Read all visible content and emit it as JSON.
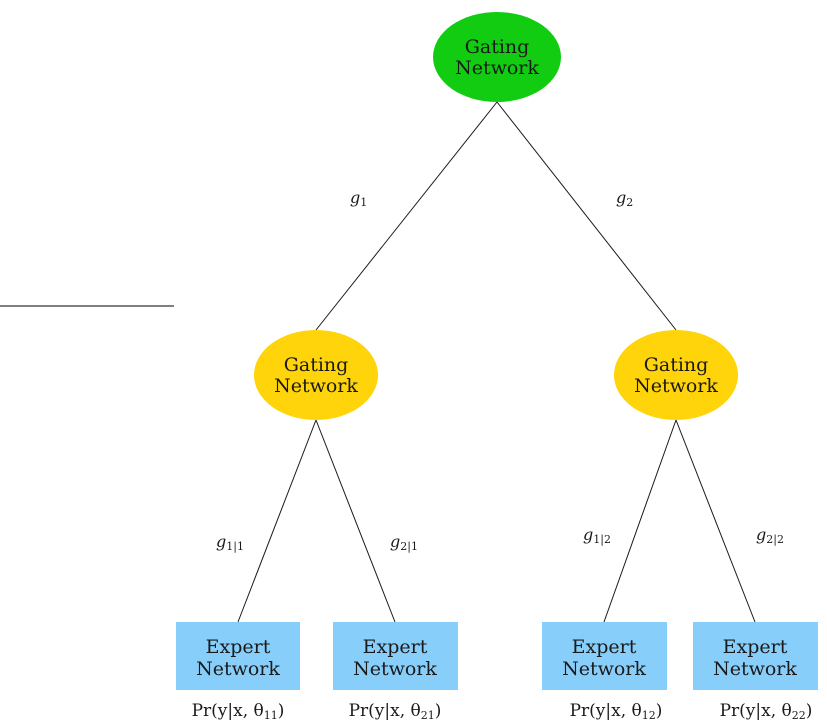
{
  "colors": {
    "root_gate": "#11cc11",
    "inner_gate": "#ffd40a",
    "expert": "#87cefa",
    "edge": "#1a1a1a"
  },
  "root": {
    "line1": "Gating",
    "line2": "Network"
  },
  "gates": [
    {
      "line1": "Gating",
      "line2": "Network",
      "edge_from_root": {
        "base": "g",
        "sub": "1"
      }
    },
    {
      "line1": "Gating",
      "line2": "Network",
      "edge_from_root": {
        "base": "g",
        "sub": "2"
      }
    }
  ],
  "experts": [
    {
      "line1": "Expert",
      "line2": "Network",
      "edge": {
        "base": "g",
        "sub": "1|1"
      },
      "output": {
        "prefix": "Pr(y|x, θ",
        "sub": "11",
        "suffix": ")"
      }
    },
    {
      "line1": "Expert",
      "line2": "Network",
      "edge": {
        "base": "g",
        "sub": "2|1"
      },
      "output": {
        "prefix": "Pr(y|x, θ",
        "sub": "21",
        "suffix": ")"
      }
    },
    {
      "line1": "Expert",
      "line2": "Network",
      "edge": {
        "base": "g",
        "sub": "1|2"
      },
      "output": {
        "prefix": "Pr(y|x, θ",
        "sub": "12",
        "suffix": ")"
      }
    },
    {
      "line1": "Expert",
      "line2": "Network",
      "edge": {
        "base": "g",
        "sub": "2|2"
      },
      "output": {
        "prefix": "Pr(y|x, θ",
        "sub": "22",
        "suffix": ")"
      }
    }
  ]
}
